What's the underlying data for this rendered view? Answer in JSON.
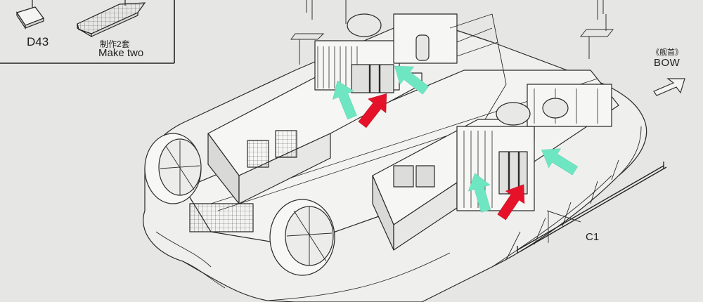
{
  "inset": {
    "part_label": "D43",
    "note_cn": "制作2套",
    "note_en": "Make two"
  },
  "direction": {
    "label_cn": "《舰首》",
    "label_en": "BOW",
    "icon": "outline-arrow-icon"
  },
  "parts": {
    "rod_label": "C1"
  },
  "callouts": {
    "cyan_arrow_count": 4,
    "red_arrow_count": 2
  },
  "colors": {
    "background": "#e6e6e4",
    "line": "#2a2a2a",
    "cyan_arrow": "#6fe6c2",
    "red_arrow": "#e5122a"
  }
}
